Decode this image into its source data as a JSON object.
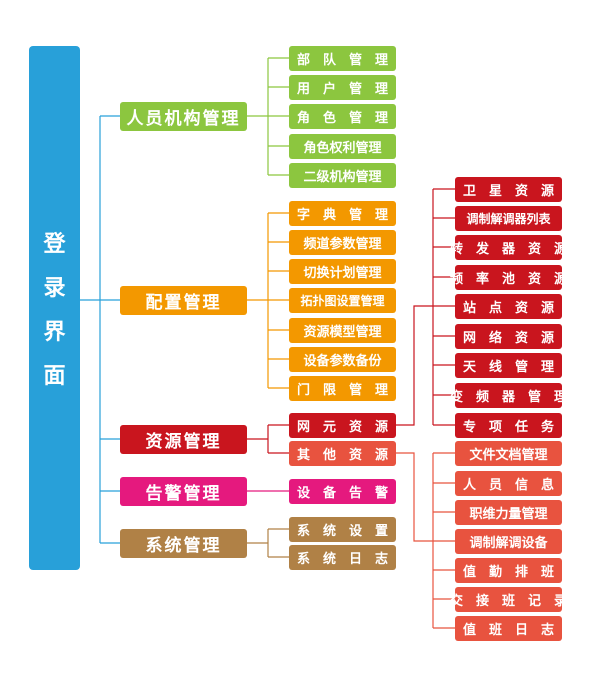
{
  "root": {
    "label": [
      "登",
      "录",
      "界",
      "面"
    ]
  },
  "colors": {
    "root": "#28a0d9",
    "personnel": "#8cc63f",
    "config": "#f39800",
    "resource": "#c9151e",
    "alarm": "#e5197e",
    "system": "#b08146",
    "resource_sub": "#e4382e",
    "other_sub": "#e8533f"
  },
  "groups": [
    {
      "label": "人员机构管理",
      "color": "#8cc63f",
      "children": [
        {
          "label": "部　队　管　理"
        },
        {
          "label": "用　户　管　理"
        },
        {
          "label": "角　色　管　理"
        },
        {
          "label": "角色权利管理"
        },
        {
          "label": "二级机构管理"
        }
      ]
    },
    {
      "label": "配置管理",
      "color": "#f39800",
      "children": [
        {
          "label": "字　典　管　理"
        },
        {
          "label": "频道参数管理"
        },
        {
          "label": "切换计划管理"
        },
        {
          "label": "拓扑图设置管理"
        },
        {
          "label": "资源模型管理"
        },
        {
          "label": "设备参数备份"
        },
        {
          "label": "门　限　管　理"
        }
      ]
    },
    {
      "label": "资源管理",
      "color": "#c9151e",
      "children": [
        {
          "label": "网　元　资　源",
          "color": "#c9151e",
          "children": [
            {
              "label": "卫　星　资　源"
            },
            {
              "label": "调制解调器列表"
            },
            {
              "label": "转　发　器　资　源"
            },
            {
              "label": "频　率　池　资　源"
            },
            {
              "label": "站　点　资　源"
            },
            {
              "label": "网　络　资　源"
            },
            {
              "label": "天　线　管　理"
            },
            {
              "label": "变　频　器　管　理"
            },
            {
              "label": "专　项　任　务"
            }
          ]
        },
        {
          "label": "其　他　资　源",
          "color": "#e8533f",
          "children": [
            {
              "label": "文件文档管理"
            },
            {
              "label": "人　员　信　息"
            },
            {
              "label": "职维力量管理"
            },
            {
              "label": "调制解调设备"
            },
            {
              "label": "值　勤　排　班"
            },
            {
              "label": "交　接　班　记　录"
            },
            {
              "label": "值　班　日　志"
            }
          ]
        }
      ]
    },
    {
      "label": "告警管理",
      "color": "#e5197e",
      "children": [
        {
          "label": "设　备　告　警"
        }
      ]
    },
    {
      "label": "系统管理",
      "color": "#b08146",
      "children": [
        {
          "label": "系　统　设　置"
        },
        {
          "label": "系　统　日　志"
        }
      ]
    }
  ]
}
